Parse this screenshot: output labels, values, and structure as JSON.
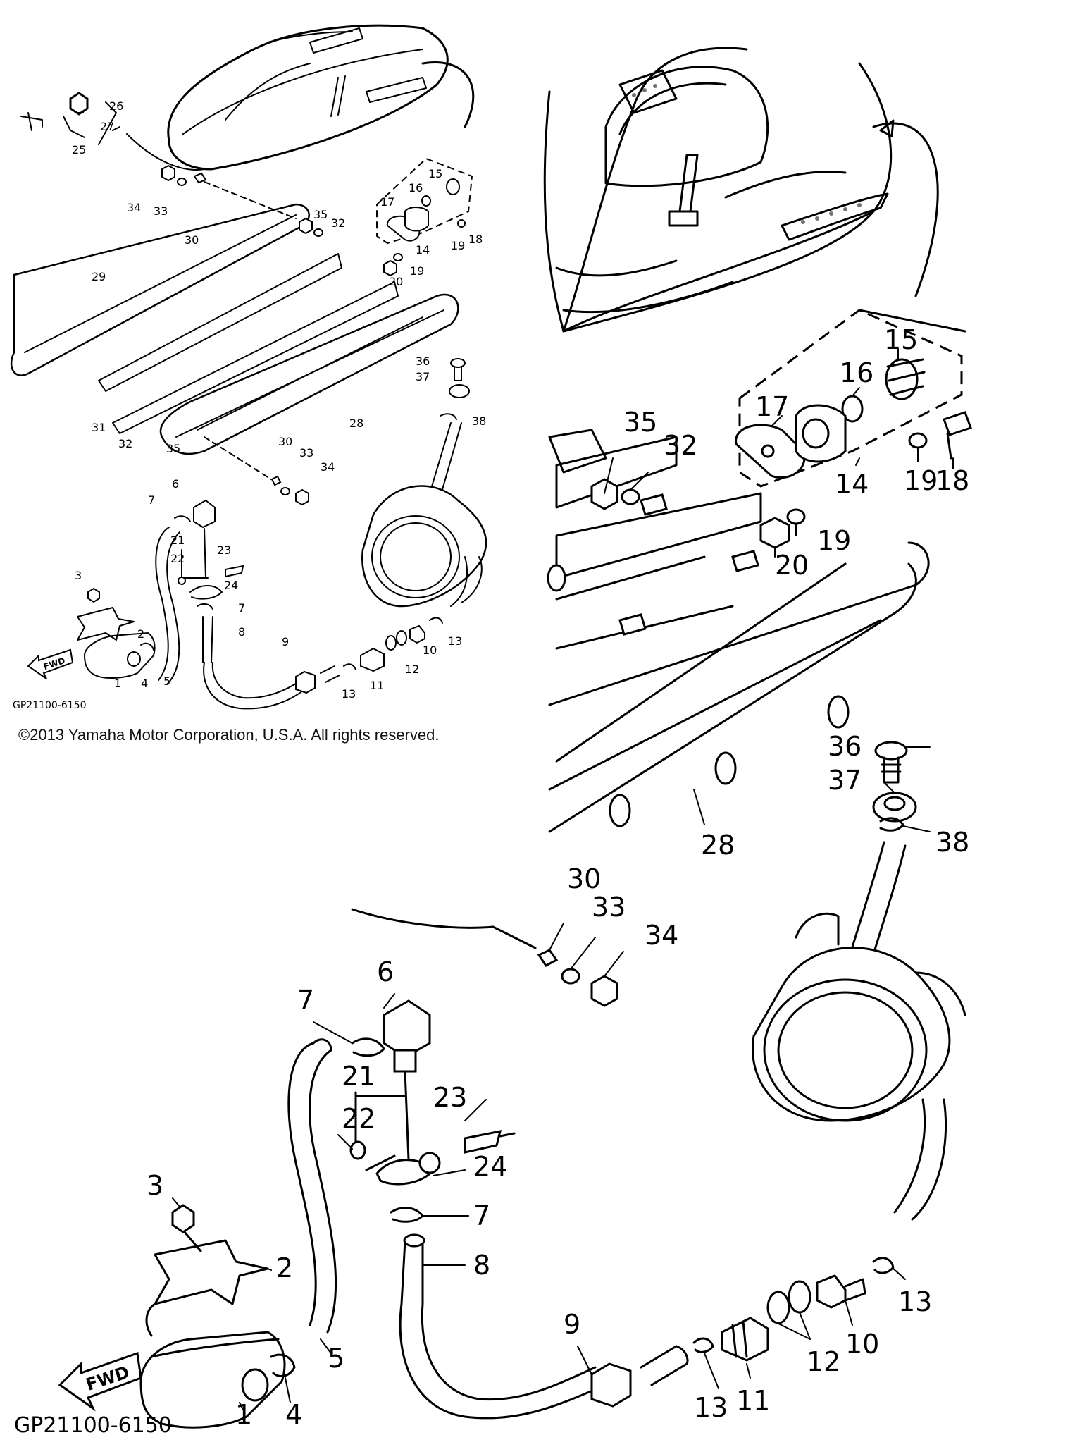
{
  "copyright": "©2013 Yamaha Motor Corporation, U.S.A. All rights reserved.",
  "diagram_code": "GP21100-6150",
  "direction_label": "FWD",
  "small_view": {
    "callouts": [
      "1",
      "2",
      "3",
      "4",
      "5",
      "6",
      "7",
      "7",
      "8",
      "9",
      "10",
      "11",
      "12",
      "13",
      "13",
      "14",
      "15",
      "16",
      "17",
      "18",
      "19",
      "19",
      "20",
      "21",
      "22",
      "23",
      "24",
      "25",
      "26",
      "27",
      "28",
      "29",
      "30",
      "30",
      "31",
      "32",
      "32",
      "33",
      "33",
      "34",
      "34",
      "35",
      "35",
      "36",
      "37",
      "38"
    ]
  },
  "large_view": {
    "callouts": [
      "1",
      "2",
      "3",
      "4",
      "5",
      "6",
      "7",
      "7",
      "8",
      "9",
      "10",
      "11",
      "12",
      "13",
      "13",
      "14",
      "15",
      "16",
      "17",
      "18",
      "19",
      "19",
      "20",
      "21",
      "22",
      "23",
      "24",
      "28",
      "30",
      "32",
      "33",
      "34",
      "35",
      "36",
      "37",
      "38"
    ]
  }
}
